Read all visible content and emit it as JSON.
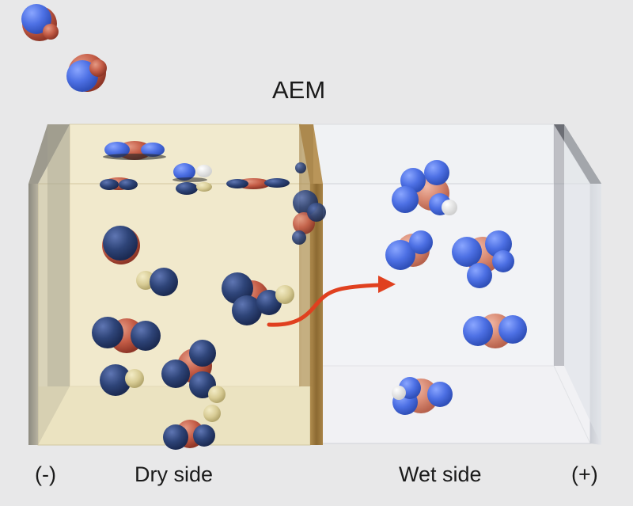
{
  "labels": {
    "membrane": "AEM",
    "negative_terminal": "(-)",
    "dry_side": "Dry side",
    "wet_side": "Wet side",
    "positive_terminal": "(+)"
  },
  "colors": {
    "background": "#e8e8e9",
    "dry_fluid": "#efe7c8",
    "membrane": "#9a7a3f",
    "oxygen": "#c25a45",
    "blue_atom_dry": "#2b4173",
    "blue_atom_wet": "#4e73e6",
    "hydrogen_dry": "#d9cd96",
    "arrow": "#e0401f"
  },
  "icons": {
    "transport_arrow": "curved-arrow-icon"
  }
}
